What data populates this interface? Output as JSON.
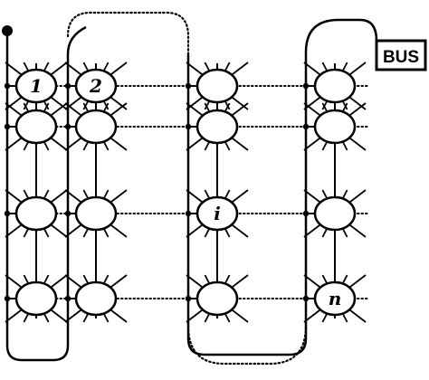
{
  "diagram": {
    "bus_label": "BUS",
    "node_labels": {
      "r0c0": "1",
      "r0c1": "2",
      "r2c2": "i",
      "r3c3": "n"
    },
    "columns": 4,
    "rows": 4,
    "bus_line_style": "solid",
    "column_loop_style": "dotted",
    "colors": {
      "stroke": "#000000",
      "background": "#ffffff"
    }
  }
}
